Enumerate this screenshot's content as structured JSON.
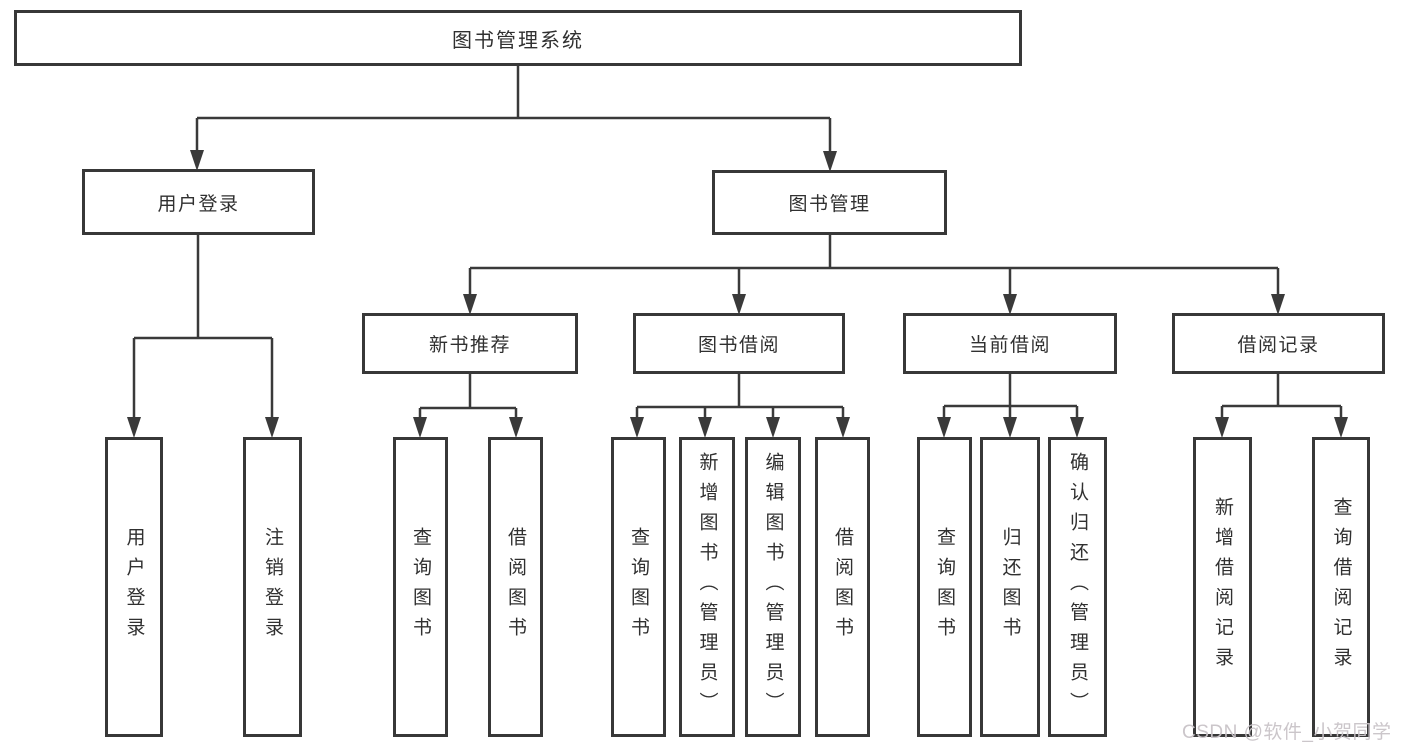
{
  "tree": {
    "label": "图书管理系统",
    "children": [
      {
        "label": "用户登录",
        "children": [
          {
            "label": "用户登录"
          },
          {
            "label": "注销登录"
          }
        ]
      },
      {
        "label": "图书管理",
        "children": [
          {
            "label": "新书推荐",
            "children": [
              {
                "label": "查询图书"
              },
              {
                "label": "借阅图书"
              }
            ]
          },
          {
            "label": "图书借阅",
            "children": [
              {
                "label": "查询图书"
              },
              {
                "label": "新增图书（管理员）"
              },
              {
                "label": "编辑图书（管理员）"
              },
              {
                "label": "借阅图书"
              }
            ]
          },
          {
            "label": "当前借阅",
            "children": [
              {
                "label": "查询图书"
              },
              {
                "label": "归还图书"
              },
              {
                "label": "确认归还（管理员）"
              }
            ]
          },
          {
            "label": "借阅记录",
            "children": [
              {
                "label": "新增借阅记录"
              },
              {
                "label": "查询借阅记录"
              }
            ]
          }
        ]
      }
    ]
  },
  "watermark": "CSDN @软件_小贺同学",
  "colors": {
    "line": "#3a3a3a",
    "box_border": "#383838",
    "text": "#303030",
    "watermark": "#c9c3c8",
    "background": "#ffffff"
  }
}
